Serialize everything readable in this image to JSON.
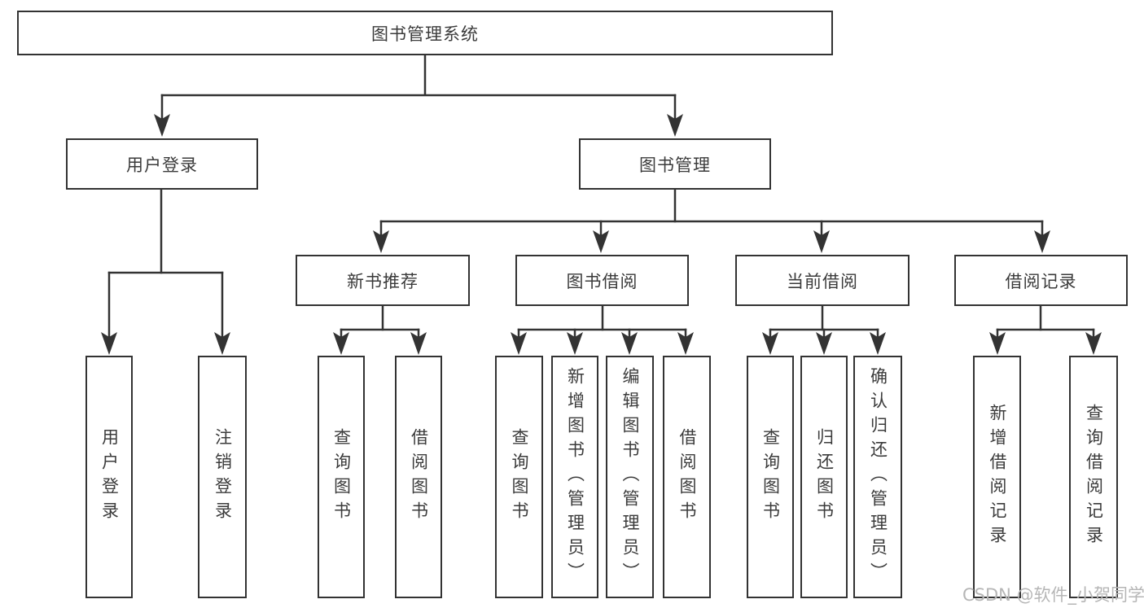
{
  "diagram": {
    "root": {
      "label": "图书管理系统"
    },
    "branches": [
      {
        "label": "用户登录",
        "children": [
          {
            "label": "用户登录"
          },
          {
            "label": "注销登录"
          }
        ]
      },
      {
        "label": "图书管理",
        "groups": [
          {
            "label": "新书推荐",
            "children": [
              {
                "label": "查询图书"
              },
              {
                "label": "借阅图书"
              }
            ]
          },
          {
            "label": "图书借阅",
            "children": [
              {
                "label": "查询图书"
              },
              {
                "label": "新增图书（管理员）"
              },
              {
                "label": "编辑图书（管理员）"
              },
              {
                "label": "借阅图书"
              }
            ]
          },
          {
            "label": "当前借阅",
            "children": [
              {
                "label": "查询图书"
              },
              {
                "label": "归还图书"
              },
              {
                "label": "确认归还（管理员）"
              }
            ]
          },
          {
            "label": "借阅记录",
            "children": [
              {
                "label": "新增借阅记录"
              },
              {
                "label": "查询借阅记录"
              }
            ]
          }
        ]
      }
    ]
  },
  "watermark": "CSDN @软件_小贺同学",
  "colors": {
    "line": "#333333",
    "box_border": "#333333",
    "text": "#3b3b3b",
    "watermark": "#b6b6b6",
    "background": "#ffffff"
  }
}
